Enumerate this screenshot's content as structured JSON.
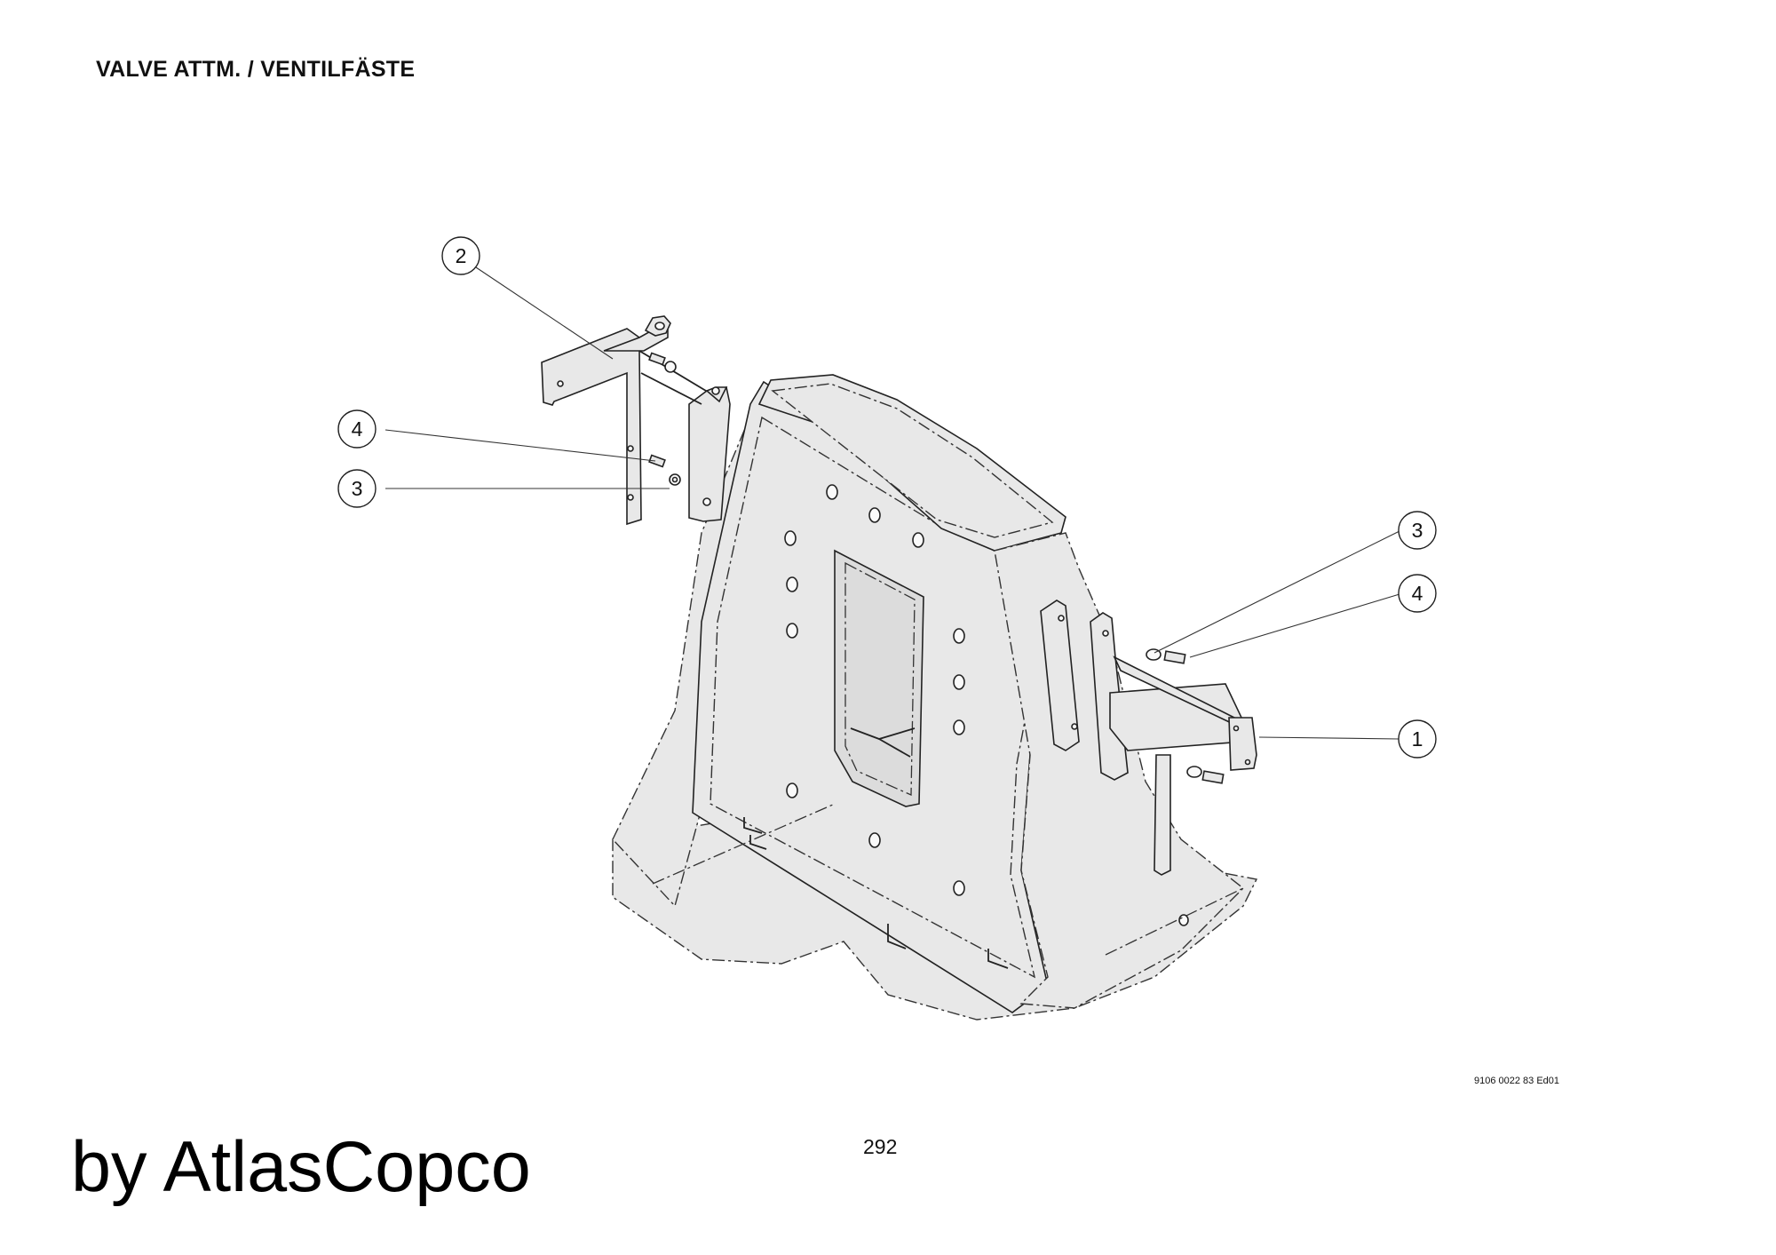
{
  "header": {
    "title": "VALVE ATTM. / VENTILFÄSTE"
  },
  "diagram": {
    "type": "exploded-parts-drawing",
    "callouts": [
      {
        "id": "callout-2-left",
        "label": "2"
      },
      {
        "id": "callout-4-left",
        "label": "4"
      },
      {
        "id": "callout-3-left",
        "label": "3"
      },
      {
        "id": "callout-3-right",
        "label": "3"
      },
      {
        "id": "callout-4-right",
        "label": "4"
      },
      {
        "id": "callout-1-right",
        "label": "1"
      }
    ]
  },
  "footer": {
    "drawing_number": "9106 0022 83 Ed01",
    "page_number": "292",
    "brand": "by AtlasCopco"
  }
}
